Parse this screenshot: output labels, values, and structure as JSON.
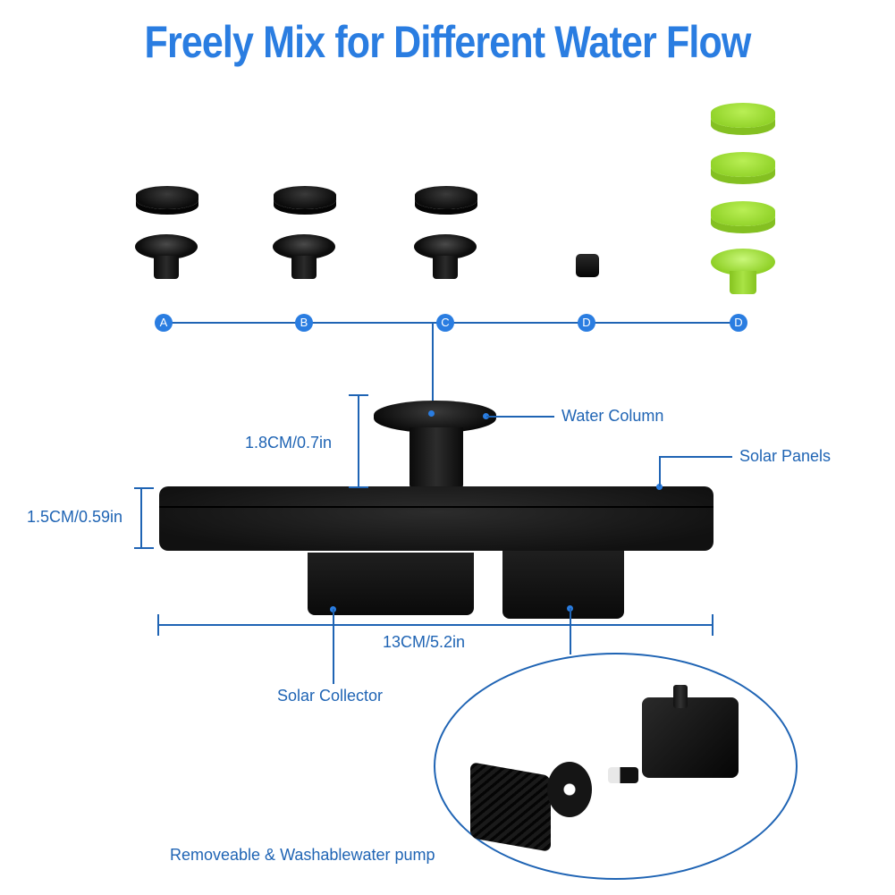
{
  "title": "Freely Mix for Different Water Flow",
  "nozzles": [
    {
      "badge": "A",
      "color": "black",
      "type": "cap-and-funnel"
    },
    {
      "badge": "B",
      "color": "black",
      "type": "cap-and-funnel"
    },
    {
      "badge": "C",
      "color": "black",
      "type": "cap-and-funnel"
    },
    {
      "badge": "D",
      "color": "black",
      "type": "plug"
    },
    {
      "badge": "D",
      "color": "green",
      "type": "three-caps-and-funnel"
    }
  ],
  "colors": {
    "title_blue": "#2a7de1",
    "line_blue": "#1f64b4",
    "green_nozzle": "#93d42b",
    "product_black": "#111111"
  },
  "callouts": {
    "water_column": "Water Column",
    "solar_panels": "Solar Panels",
    "solar_collector": "Solar Collector",
    "pump": "Removeable & Washablewater pump"
  },
  "dimensions": {
    "nozzle_height": "1.8CM/0.7in",
    "panel_thickness": "1.5CM/0.59in",
    "width": "13CM/5.2in"
  }
}
